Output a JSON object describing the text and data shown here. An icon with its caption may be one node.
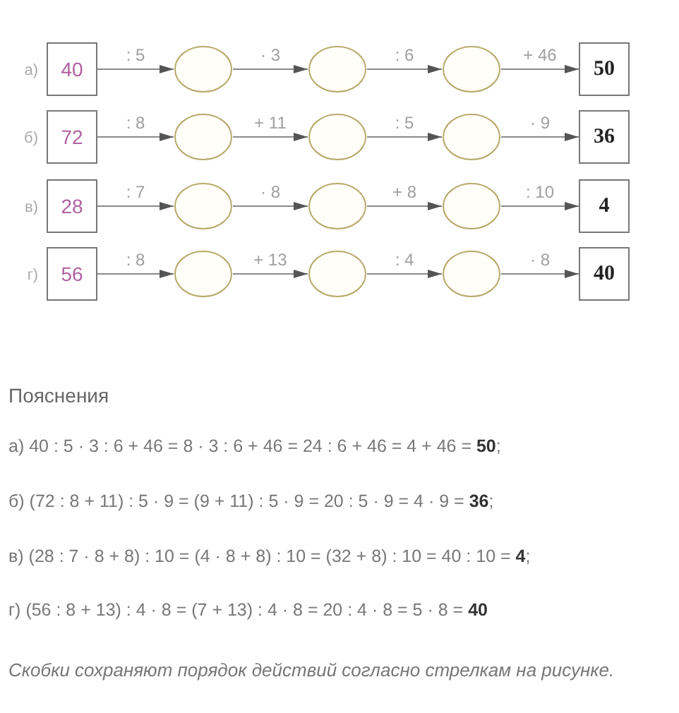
{
  "diagram": {
    "nodes": [
      {
        "text": [
          "40"
        ],
        "beside": [
          "а)"
        ]
      },
      {
        "text": [],
        "shape": "circle"
      },
      {
        "text": [],
        "shape": "circle"
      },
      {
        "text": [],
        "shape": "circle"
      },
      {
        "text": [
          "50"
        ]
      },
      {
        "text": [
          "72"
        ],
        "beside": [
          "б)"
        ]
      },
      {
        "text": [],
        "shape": "circle"
      },
      {
        "text": [],
        "shape": "circle"
      },
      {
        "text": [],
        "shape": "circle"
      },
      {
        "text": [
          "36"
        ]
      },
      {
        "text": [
          "28"
        ],
        "beside": [
          "в)"
        ]
      },
      {
        "text": [],
        "shape": "circle"
      },
      {
        "text": [],
        "shape": "circle"
      },
      {
        "text": [],
        "shape": "circle"
      },
      {
        "text": [
          "4"
        ]
      },
      {
        "text": [
          "56"
        ],
        "beside": [
          "г)"
        ]
      },
      {
        "text": [],
        "shape": "circle"
      },
      {
        "text": [],
        "shape": "circle"
      },
      {
        "text": [],
        "shape": "circle"
      },
      {
        "text": [
          "40"
        ]
      }
    ],
    "edges": [
      {
        "from": 0,
        "to": 1,
        "arrow": "to",
        "label": ": 5"
      },
      {
        "from": 1,
        "to": 2,
        "arrow": "to",
        "label": "· 3"
      },
      {
        "from": 2,
        "to": 3,
        "arrow": "to",
        "label": ": 6"
      },
      {
        "from": 3,
        "to": 4,
        "arrow": "to",
        "label": "+ 46"
      },
      {
        "from": 5,
        "to": 6,
        "arrow": "to",
        "label": ": 8"
      },
      {
        "from": 6,
        "to": 7,
        "arrow": "to",
        "label": "+ 11"
      },
      {
        "from": 7,
        "to": 8,
        "arrow": "to",
        "label": ": 5"
      },
      {
        "from": 8,
        "to": 9,
        "arrow": "to",
        "label": "· 9"
      },
      {
        "from": 10,
        "to": 11,
        "arrow": "to",
        "label": ": 7"
      },
      {
        "from": 11,
        "to": 12,
        "arrow": "to",
        "label": "· 8"
      },
      {
        "from": 12,
        "to": 13,
        "arrow": "to",
        "label": "+ 8"
      },
      {
        "from": 13,
        "to": 14,
        "arrow": "to",
        "label": ": 10"
      },
      {
        "from": 15,
        "to": 16,
        "arrow": "to",
        "label": ": 8"
      },
      {
        "from": 16,
        "to": 17,
        "arrow": "to",
        "label": "+ 13"
      },
      {
        "from": 17,
        "to": 18,
        "arrow": "to",
        "label": ": 4"
      },
      {
        "from": 18,
        "to": 19,
        "arrow": "to",
        "label": "· 8"
      }
    ],
    "labels": [
      "Пояснения",
      "а) 40 : 5 · 3 : 6 + 46 = 8 · 3 : 6 + 46 = 24 : 6 + 46 = 4 + 46 = **50**;",
      "б) (72 : 8 + 11) : 5 · 9 = (9 + 11) : 5 · 9 = 20 : 5 · 9 = 4 · 9 = **36**;",
      "в) (28 : 7 · 8 + 8) : 10 = (4 · 8 + 8) : 10 = (32 + 8) : 10 = 40 : 10 = **4**;",
      "г) (56 : 8 + 13) : 4 · 8 = (7 + 13) : 4 · 8 = 20 : 4 · 8 = 5 · 8 = **40**",
      "Скобки сохраняют порядок действий согласно стрелкам на рисунке."
    ]
  }
}
